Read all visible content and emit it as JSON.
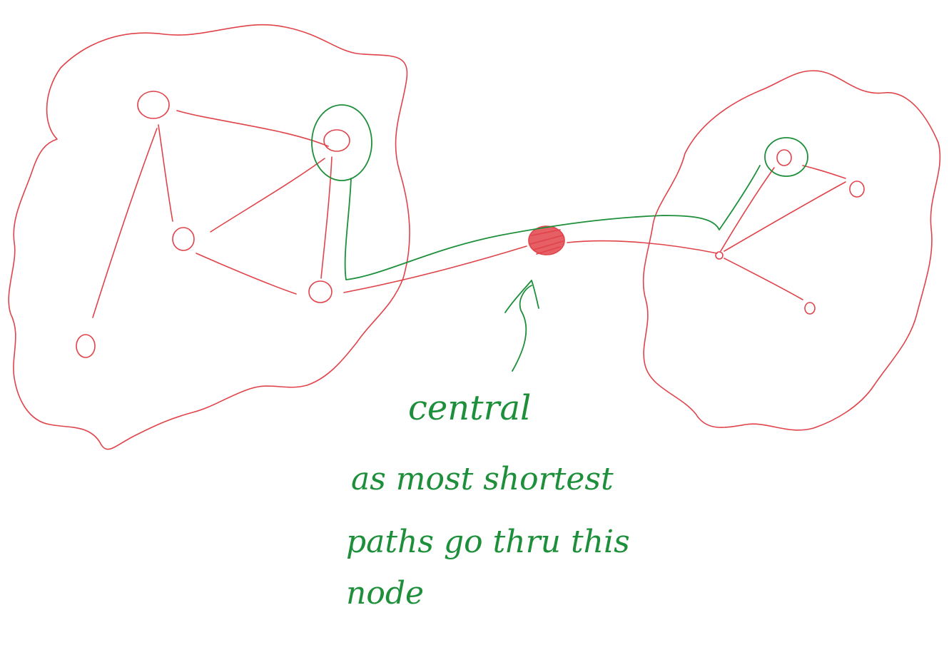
{
  "annotation": {
    "title": "central",
    "lines": [
      "as most shortest",
      "paths go thru this",
      "node"
    ]
  },
  "colors": {
    "graph": "#e0434a",
    "highlight": "#1d8f3a"
  }
}
